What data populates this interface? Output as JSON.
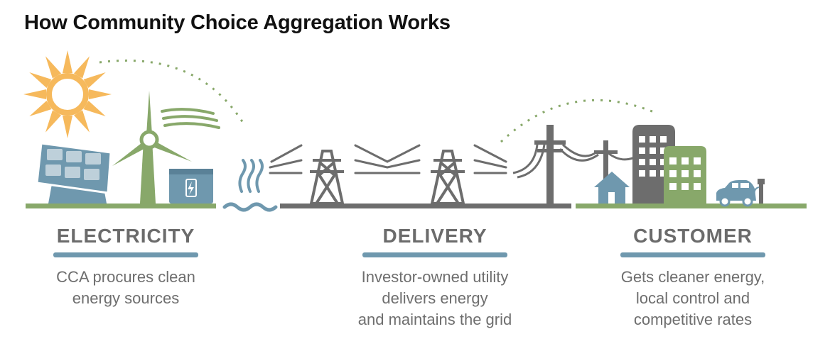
{
  "title": "How Community Choice Aggregation Works",
  "colors": {
    "green": "#88a86a",
    "gray": "#6d6d6d",
    "blue": "#6f98ae",
    "sun": "#f6b95c",
    "rule": "#6f98ae",
    "text": "#6e6e6e"
  },
  "sections": [
    {
      "heading": "ELECTRICITY",
      "description": [
        "CCA procures clean",
        "energy sources"
      ]
    },
    {
      "heading": "DELIVERY",
      "description": [
        "Investor-owned utility",
        "delivers energy",
        "and maintains the grid"
      ]
    },
    {
      "heading": "CUSTOMER",
      "description": [
        "Gets cleaner energy,",
        "local control and",
        "competitive rates"
      ]
    }
  ],
  "icons": [
    "sun-icon",
    "solar-panel-icon",
    "wind-turbine-icon",
    "wind-icon",
    "battery-icon",
    "geothermal-icon",
    "water-icon",
    "transmission-tower-icon",
    "utility-pole-icon",
    "house-icon",
    "office-building-icon",
    "apartment-building-icon",
    "electric-car-icon",
    "charging-station-icon"
  ]
}
